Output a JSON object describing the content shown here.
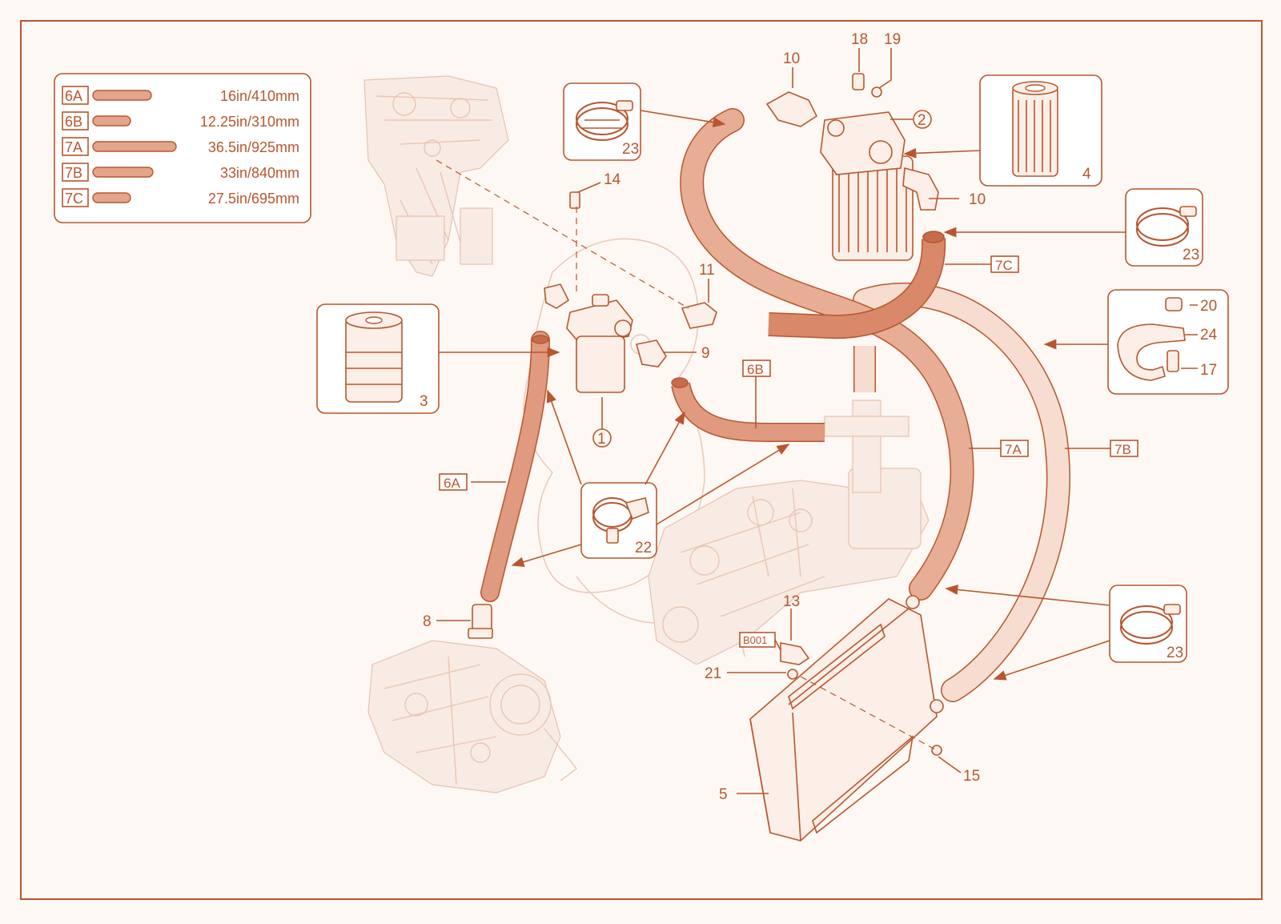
{
  "legend": [
    {
      "code": "6A",
      "length": "16in/410mm",
      "bar": 0.7
    },
    {
      "code": "6B",
      "length": "12.25in/310mm",
      "bar": 0.45
    },
    {
      "code": "7A",
      "length": "36.5in/925mm",
      "bar": 1.0
    },
    {
      "code": "7B",
      "length": "33in/840mm",
      "bar": 0.72
    },
    {
      "code": "7C",
      "length": "27.5in/695mm",
      "bar": 0.45
    }
  ],
  "callouts": {
    "n1": "1",
    "n2": "2",
    "n3": "3",
    "n4": "4",
    "n5": "5",
    "n8": "8",
    "n9": "9",
    "n10a": "10",
    "n10b": "10",
    "n11": "11",
    "n13": "13",
    "n14": "14",
    "n15": "15",
    "n17": "17",
    "n18": "18",
    "n19": "19",
    "n20": "20",
    "n21": "21",
    "n22": "22",
    "n23a": "23",
    "n23b": "23",
    "n23c": "23",
    "n24": "24"
  },
  "hose_tags": {
    "t6A": "6A",
    "t6B": "6B",
    "t7A": "7A",
    "t7B": "7B",
    "t7C": "7C"
  },
  "bolt_tag": "B001",
  "colors": {
    "line": "#b8562f",
    "hose_main": "#e3a58c",
    "hose_dark": "#d7886b",
    "hose_light": "#f2d2c3",
    "background": "#fdf8f3"
  }
}
